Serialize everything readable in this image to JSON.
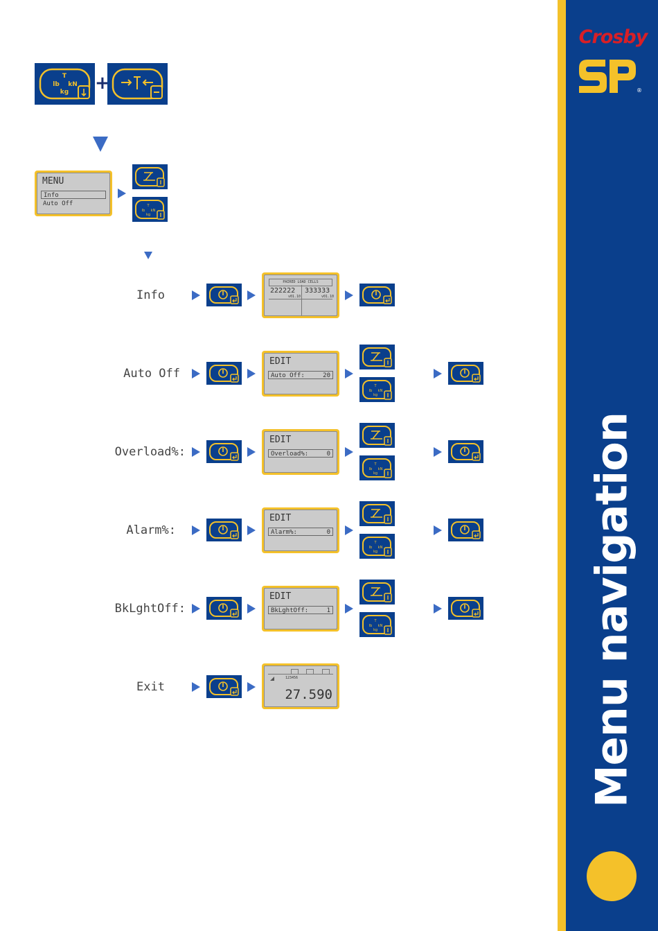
{
  "brand": {
    "logo_text": "Crosby",
    "logo_sub": "SP",
    "registered": "®"
  },
  "section_title": "Menu navigation",
  "colors": {
    "brand_blue": "#0a3f8c",
    "brand_yellow": "#f4c12a",
    "logo_red": "#d81f26",
    "arrow_blue": "#3b6bc4"
  },
  "top_keys": {
    "plus": "+"
  },
  "key_labels": {
    "lb": "lb",
    "kn": "kN",
    "kg": "kg",
    "t": "T"
  },
  "menu_screen": {
    "title": "MENU",
    "items": [
      "Info",
      "Auto Off"
    ]
  },
  "rows": [
    {
      "label": "Info"
    },
    {
      "label": "Auto Off"
    },
    {
      "label": "Overload%:"
    },
    {
      "label": "Alarm%:"
    },
    {
      "label": "BkLghtOff:"
    },
    {
      "label": "Exit"
    }
  ],
  "info_screen": {
    "header": "PAIRED LOAD CELLS",
    "cell1": "222222",
    "cell2": "333333",
    "ver1": "v01.10",
    "ver2": "v01.10"
  },
  "edit_screens": [
    {
      "title": "EDIT",
      "field": "Auto Off:",
      "value": "20"
    },
    {
      "title": "EDIT",
      "field": "Overload%:",
      "value": "0"
    },
    {
      "title": "EDIT",
      "field": "Alarm%:",
      "value": "0"
    },
    {
      "title": "EDIT",
      "field": "BkLghtOff:",
      "value": "1"
    }
  ],
  "exit_screen": {
    "id": "123456",
    "reading": "27.590"
  }
}
